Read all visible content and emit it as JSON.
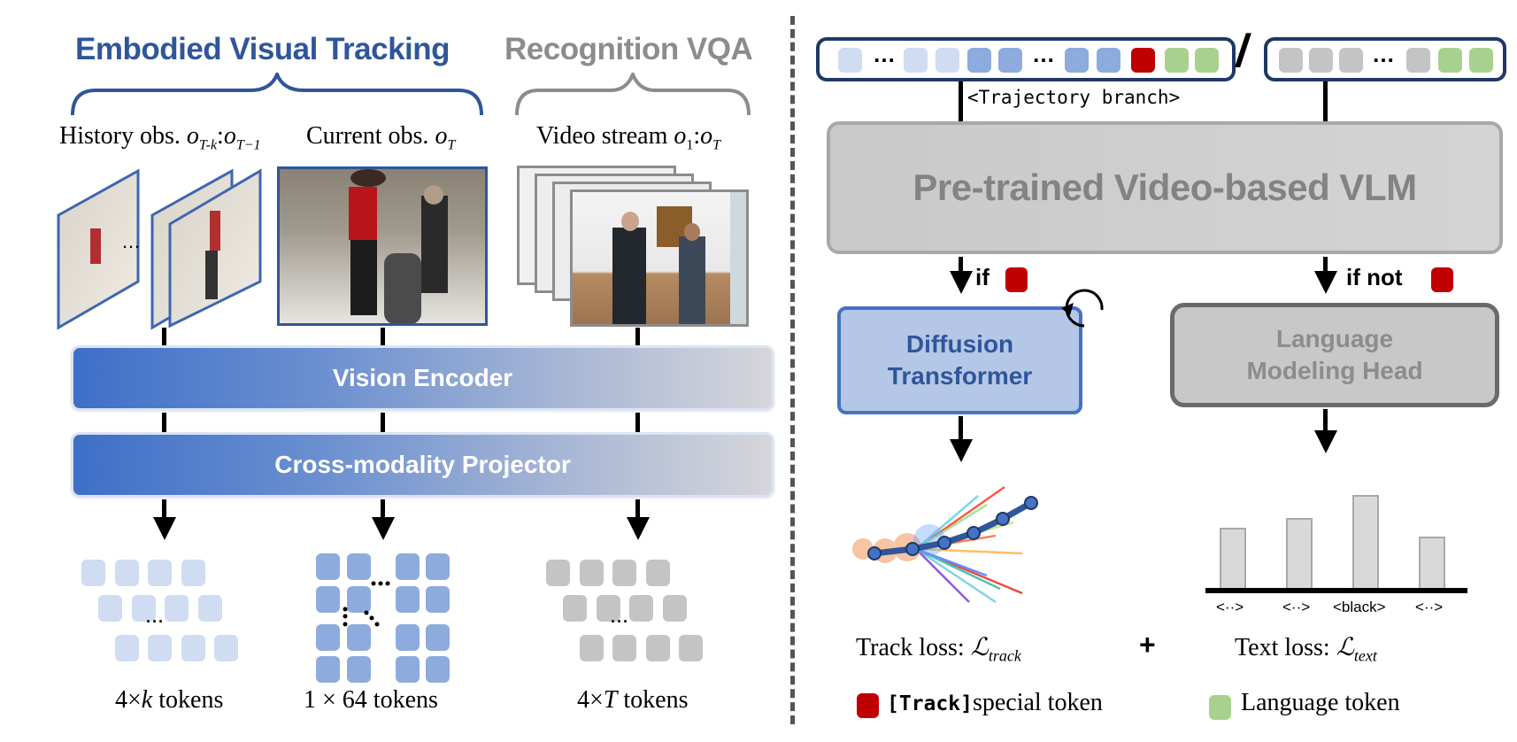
{
  "left_panel": {
    "title_tracking": "Embodied Visual Tracking",
    "title_vqa": "Recognition VQA",
    "caption_history": "History obs.",
    "caption_history_math": "o",
    "caption_history_sub1": "T-k",
    "caption_history_colon": ":",
    "caption_history_sub2": "T−1",
    "caption_current": "Current obs.",
    "caption_current_sub": "T",
    "caption_video": "Video stream",
    "caption_video_sub1": "1",
    "caption_video_sub2": "T",
    "history_ellipsis": "…",
    "vision_encoder": "Vision Encoder",
    "projector": "Cross-modality Projector",
    "tokens_history_prefix": "4×",
    "tokens_history_var": "k",
    "tokens_history_suffix": " tokens",
    "tokens_current": "1 × 64 tokens",
    "tokens_video_prefix": "4×",
    "tokens_video_var": "T",
    "tokens_video_suffix": " tokens",
    "dots": "···"
  },
  "right_panel": {
    "sequence_ellipsis": "…",
    "trajectory_branch": "<Trajectory branch>",
    "separator": "/",
    "vlm": "Pre-trained Video-based VLM",
    "if_label": "if",
    "if_not_label": "if not",
    "diffusion_line1": "Diffusion",
    "diffusion_line2": "Transformer",
    "lm_line1": "Language",
    "lm_line2": "Modeling Head",
    "track_loss_label": "Track loss:",
    "track_loss_symbol": "ℒ",
    "track_loss_sub": "track",
    "plus": "+",
    "text_loss_label": "Text loss:",
    "text_loss_symbol": "ℒ",
    "text_loss_sub": "text",
    "legend_track_token": "[Track]",
    "legend_track_suffix": "special token",
    "legend_language": "Language token"
  },
  "colors": {
    "tracking_blue": "#2f569b",
    "vqa_gray": "#8c8c8c",
    "token_light_blue": "#cfdcf1",
    "token_mid_blue": "#8eabde",
    "token_gray": "#c4c4c4",
    "track_token_red": "#c00000",
    "language_token_green": "#a9d18e"
  },
  "chart_data": {
    "type": "bar",
    "title": "",
    "categories": [
      "<··>",
      "<··>",
      "<black>",
      "<··>"
    ],
    "values": [
      62,
      73,
      97,
      52
    ],
    "xlabel": "",
    "ylabel": "",
    "ylim": [
      0,
      100
    ],
    "grid": false
  }
}
